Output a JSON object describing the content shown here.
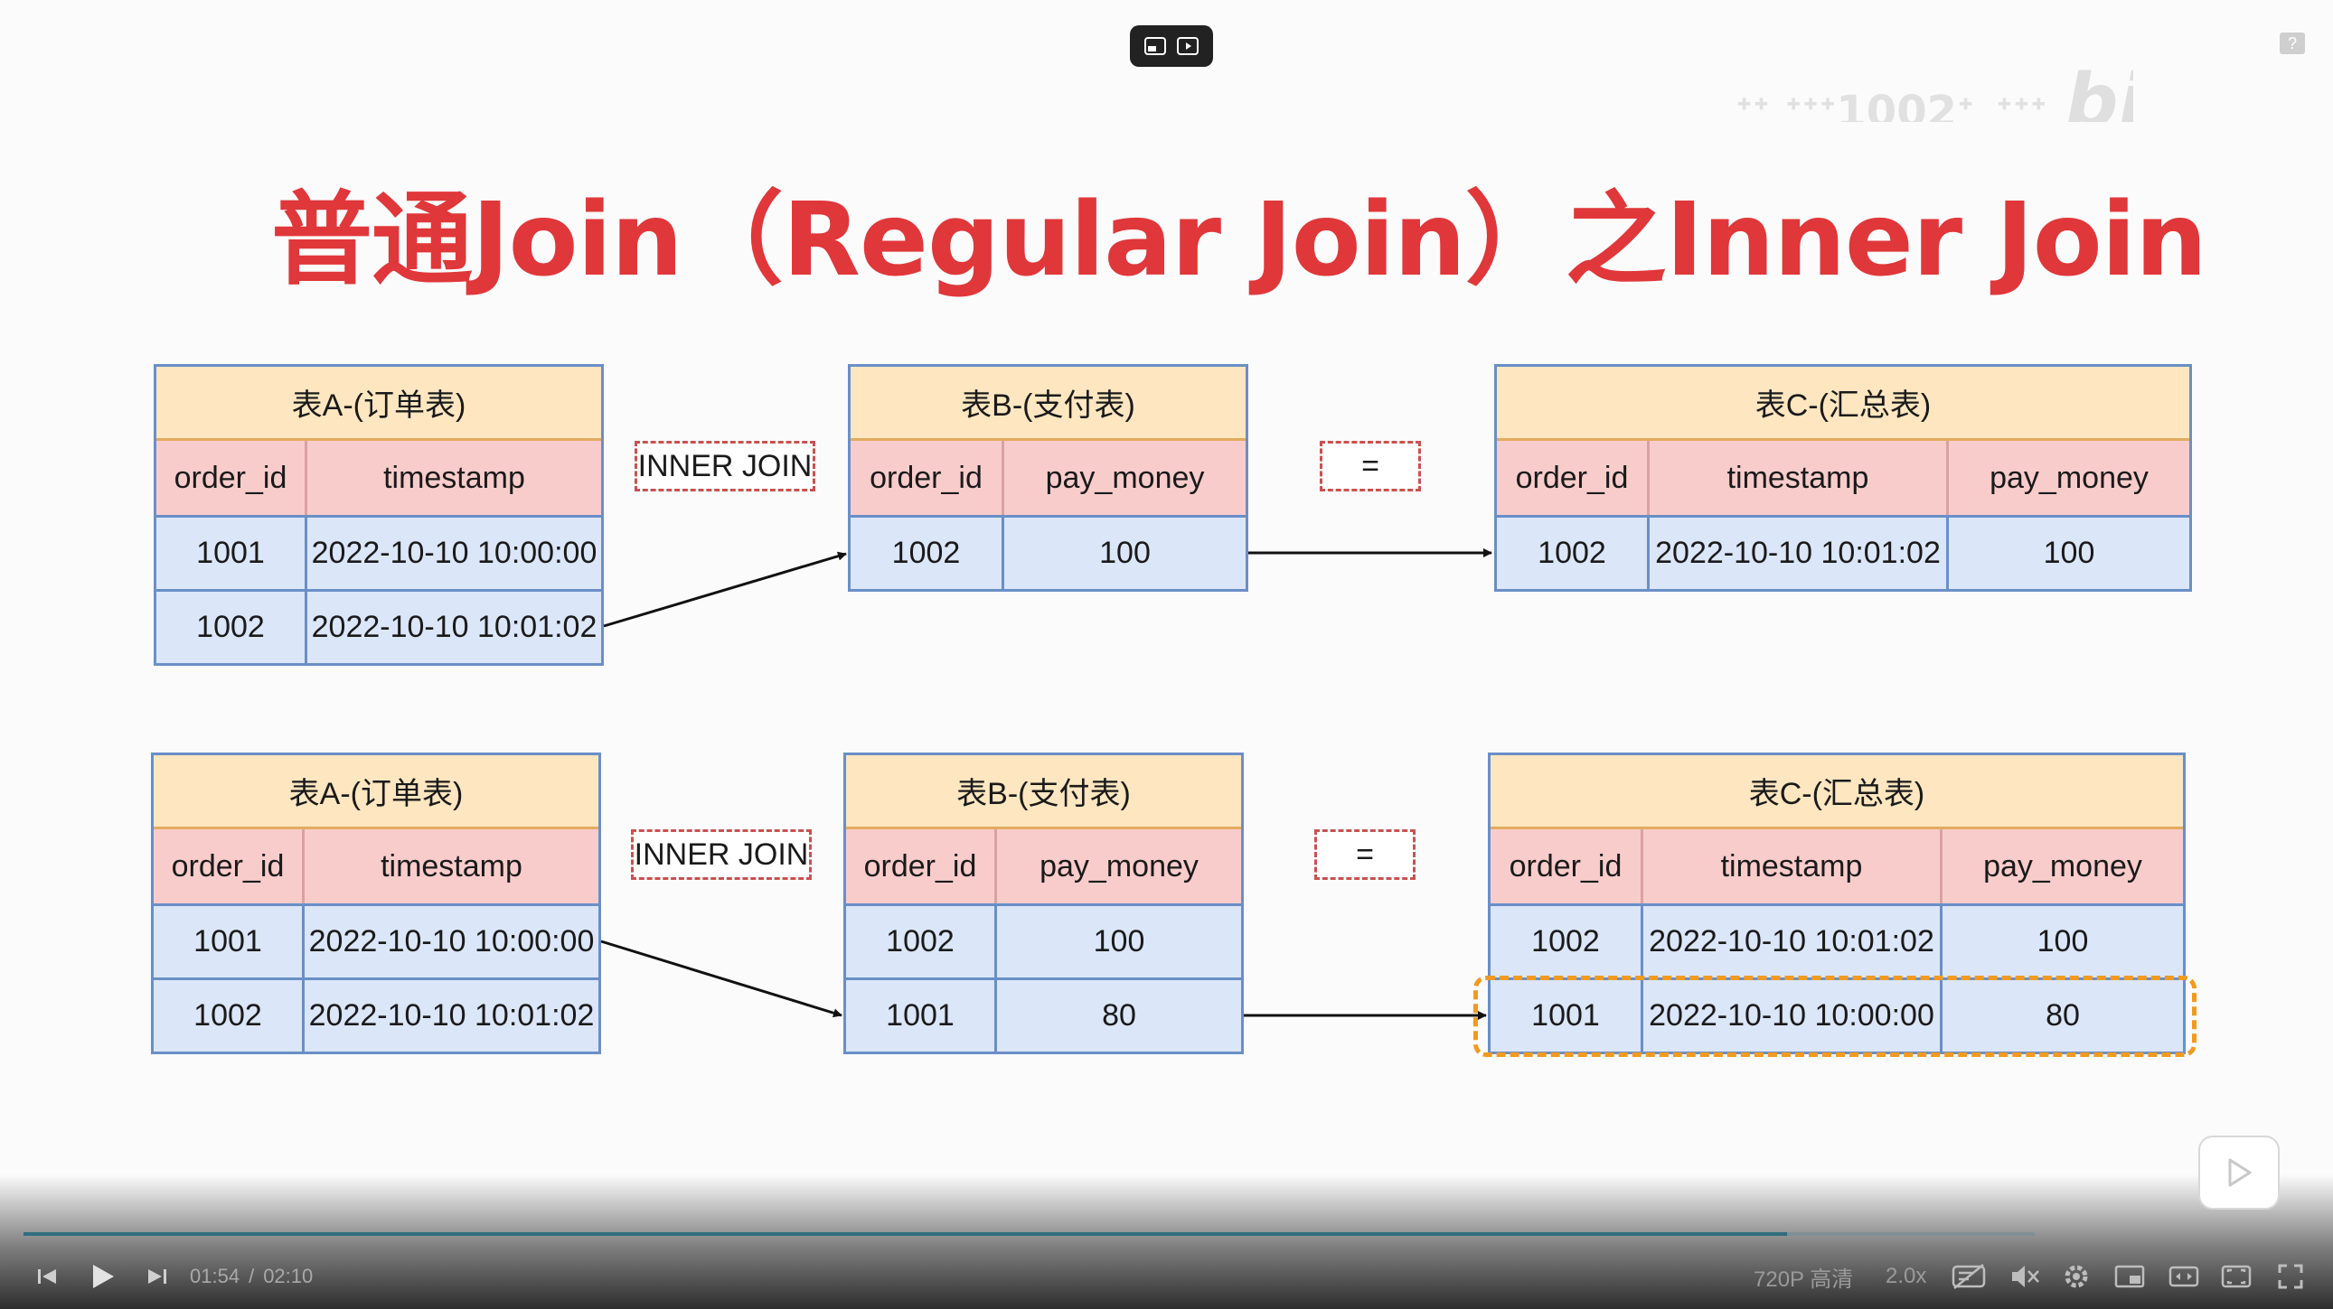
{
  "slide": {
    "title": "普通Join（Regular Join）之Inner Join",
    "row1": {
      "table_a": {
        "title": "表A-(订单表)",
        "columns": [
          "order_id",
          "timestamp"
        ],
        "rows": [
          [
            "1001",
            "2022-10-10 10:00:00"
          ],
          [
            "1002",
            "2022-10-10 10:01:02"
          ]
        ]
      },
      "join_label": "INNER JOIN",
      "table_b": {
        "title": "表B-(支付表)",
        "columns": [
          "order_id",
          "pay_money"
        ],
        "rows": [
          [
            "1002",
            "100"
          ]
        ]
      },
      "equals_label": "=",
      "table_c": {
        "title": "表C-(汇总表)",
        "columns": [
          "order_id",
          "timestamp",
          "pay_money"
        ],
        "rows": [
          [
            "1002",
            "2022-10-10 10:01:02",
            "100"
          ]
        ]
      }
    },
    "row2": {
      "table_a": {
        "title": "表A-(订单表)",
        "columns": [
          "order_id",
          "timestamp"
        ],
        "rows": [
          [
            "1001",
            "2022-10-10 10:00:00"
          ],
          [
            "1002",
            "2022-10-10 10:01:02"
          ]
        ]
      },
      "join_label": "INNER JOIN",
      "table_b": {
        "title": "表B-(支付表)",
        "columns": [
          "order_id",
          "pay_money"
        ],
        "rows": [
          [
            "1002",
            "100"
          ],
          [
            "1001",
            "80"
          ]
        ]
      },
      "equals_label": "=",
      "table_c": {
        "title": "表C-(汇总表)",
        "columns": [
          "order_id",
          "timestamp",
          "pay_money"
        ],
        "rows": [
          [
            "1002",
            "2022-10-10 10:01:02",
            "100"
          ],
          [
            "1001",
            "2022-10-10 10:00:00",
            "80"
          ]
        ]
      }
    }
  },
  "overlay": {
    "watermark_text": "ᐩᐩ ᐩᐩᐩ1002ᐩ_ᐩᐩᐩ",
    "watermark_logo": "bilibili",
    "help_badge": "?"
  },
  "player": {
    "current_time": "01:54",
    "time_separator": "/",
    "duration": "02:10",
    "progress": 0.877,
    "quality_label": "720P 高清",
    "speed_label": "2.0x",
    "accent_color": "#2f6e7d"
  }
}
